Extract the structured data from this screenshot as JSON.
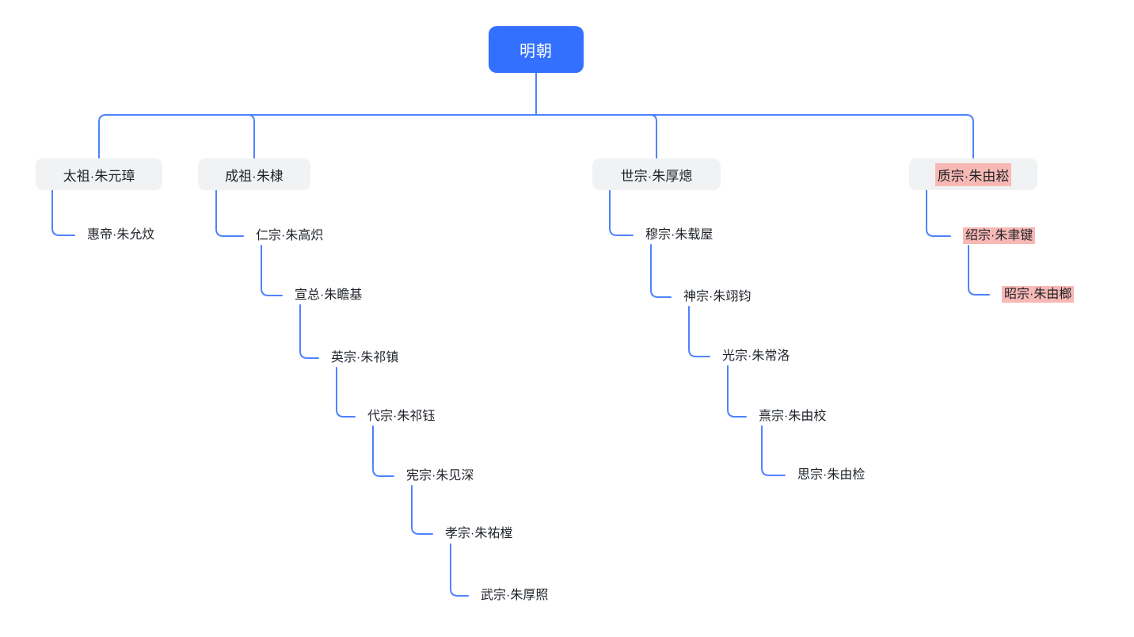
{
  "diagram": {
    "type": "mindmap-tree",
    "root": {
      "label": "明朝"
    },
    "branches": [
      {
        "label": "太祖·朱元璋",
        "highlighted": false,
        "chain": [
          {
            "label": "惠帝·朱允炆",
            "highlighted": false
          }
        ]
      },
      {
        "label": "成祖·朱棣",
        "highlighted": false,
        "chain": [
          {
            "label": "仁宗·朱高炽",
            "highlighted": false
          },
          {
            "label": "宣总·朱瞻基",
            "highlighted": false
          },
          {
            "label": "英宗·朱祁镇",
            "highlighted": false
          },
          {
            "label": "代宗·朱祁钰",
            "highlighted": false
          },
          {
            "label": "宪宗·朱见深",
            "highlighted": false
          },
          {
            "label": "孝宗·朱祐樘",
            "highlighted": false
          },
          {
            "label": "武宗·朱厚照",
            "highlighted": false
          }
        ]
      },
      {
        "label": "世宗·朱厚熜",
        "highlighted": false,
        "chain": [
          {
            "label": "穆宗·朱载屋",
            "highlighted": false
          },
          {
            "label": "神宗·朱翊钧",
            "highlighted": false
          },
          {
            "label": "光宗·朱常洛",
            "highlighted": false
          },
          {
            "label": "熹宗·朱由校",
            "highlighted": false
          },
          {
            "label": "思宗·朱由检",
            "highlighted": false
          }
        ]
      },
      {
        "label": "质宗·朱由崧",
        "highlighted": true,
        "chain": [
          {
            "label": "绍宗·朱聿键",
            "highlighted": true
          },
          {
            "label": "昭宗·朱由榔",
            "highlighted": true
          }
        ]
      }
    ],
    "colors": {
      "canvas_bg": "#ffffff",
      "root_bg": "#3370ff",
      "root_text": "#ffffff",
      "branch_bg": "#f1f2f4",
      "text": "#1f2329",
      "connector": "#4e83fd",
      "highlight_bg": "#f8b9b4"
    }
  }
}
